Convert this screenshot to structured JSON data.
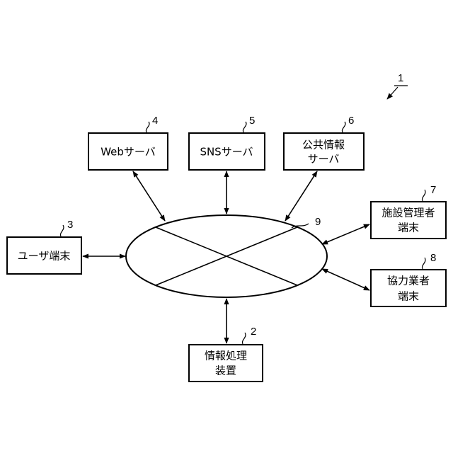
{
  "figure_number": "1",
  "network": {
    "ref": "9"
  },
  "nodes": {
    "web_server": {
      "label": [
        "Webサーバ"
      ],
      "ref": "4"
    },
    "sns_server": {
      "label": [
        "SNSサーバ"
      ],
      "ref": "5"
    },
    "public_info_server": {
      "label": [
        "公共情報",
        "サーバ"
      ],
      "ref": "6"
    },
    "user_terminal": {
      "label": [
        "ユーザ端末"
      ],
      "ref": "3"
    },
    "facility_manager_terminal": {
      "label": [
        "施設管理者",
        "端末"
      ],
      "ref": "7"
    },
    "partner_terminal": {
      "label": [
        "協力業者",
        "端末"
      ],
      "ref": "8"
    },
    "info_processing_device": {
      "label": [
        "情報処理",
        "装置"
      ],
      "ref": "2"
    }
  }
}
